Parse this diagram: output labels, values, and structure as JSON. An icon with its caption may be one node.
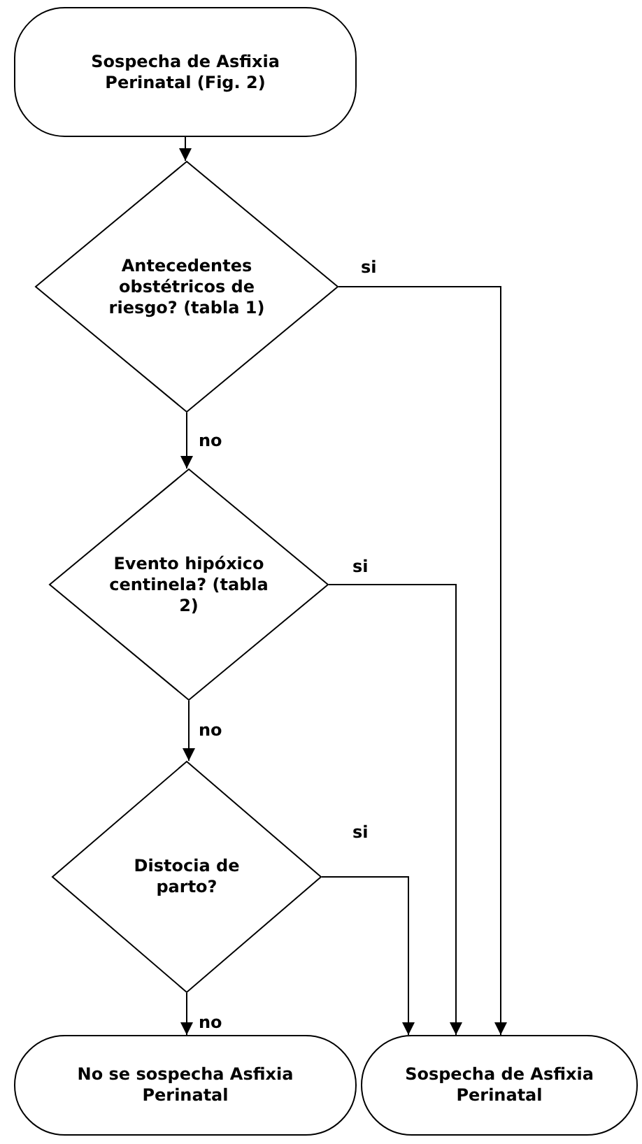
{
  "diagram": {
    "nodes": [
      {
        "text": [
          "Sospecha de Asfixia Perinatal (Fig. 2)"
        ]
      },
      {
        "text": [
          "Antecedentes obstétricos de riesgo? (tabla 1)"
        ]
      },
      {
        "text": [
          "Evento hipóxico centinela? (tabla 2)"
        ]
      },
      {
        "text": [
          "Distocia de parto?"
        ]
      },
      {
        "text": [
          "No se sospecha Asfixia Perinatal"
        ]
      },
      {
        "text": [
          "Sospecha de Asfixia Perinatal"
        ]
      }
    ],
    "edges": [
      {
        "from": 0,
        "to": 1,
        "arrow": "to"
      },
      {
        "from": 1,
        "to": 2,
        "arrow": "to",
        "label": "no"
      },
      {
        "from": 2,
        "to": 3,
        "arrow": "to",
        "label": "no"
      },
      {
        "from": 3,
        "to": 4,
        "arrow": "to",
        "label": "no"
      },
      {
        "from": 1,
        "to": 5,
        "arrow": "to",
        "label": "si"
      },
      {
        "from": 2,
        "to": 5,
        "arrow": "to",
        "label": "si"
      },
      {
        "from": 3,
        "to": 5,
        "arrow": "to",
        "label": "si"
      }
    ]
  }
}
